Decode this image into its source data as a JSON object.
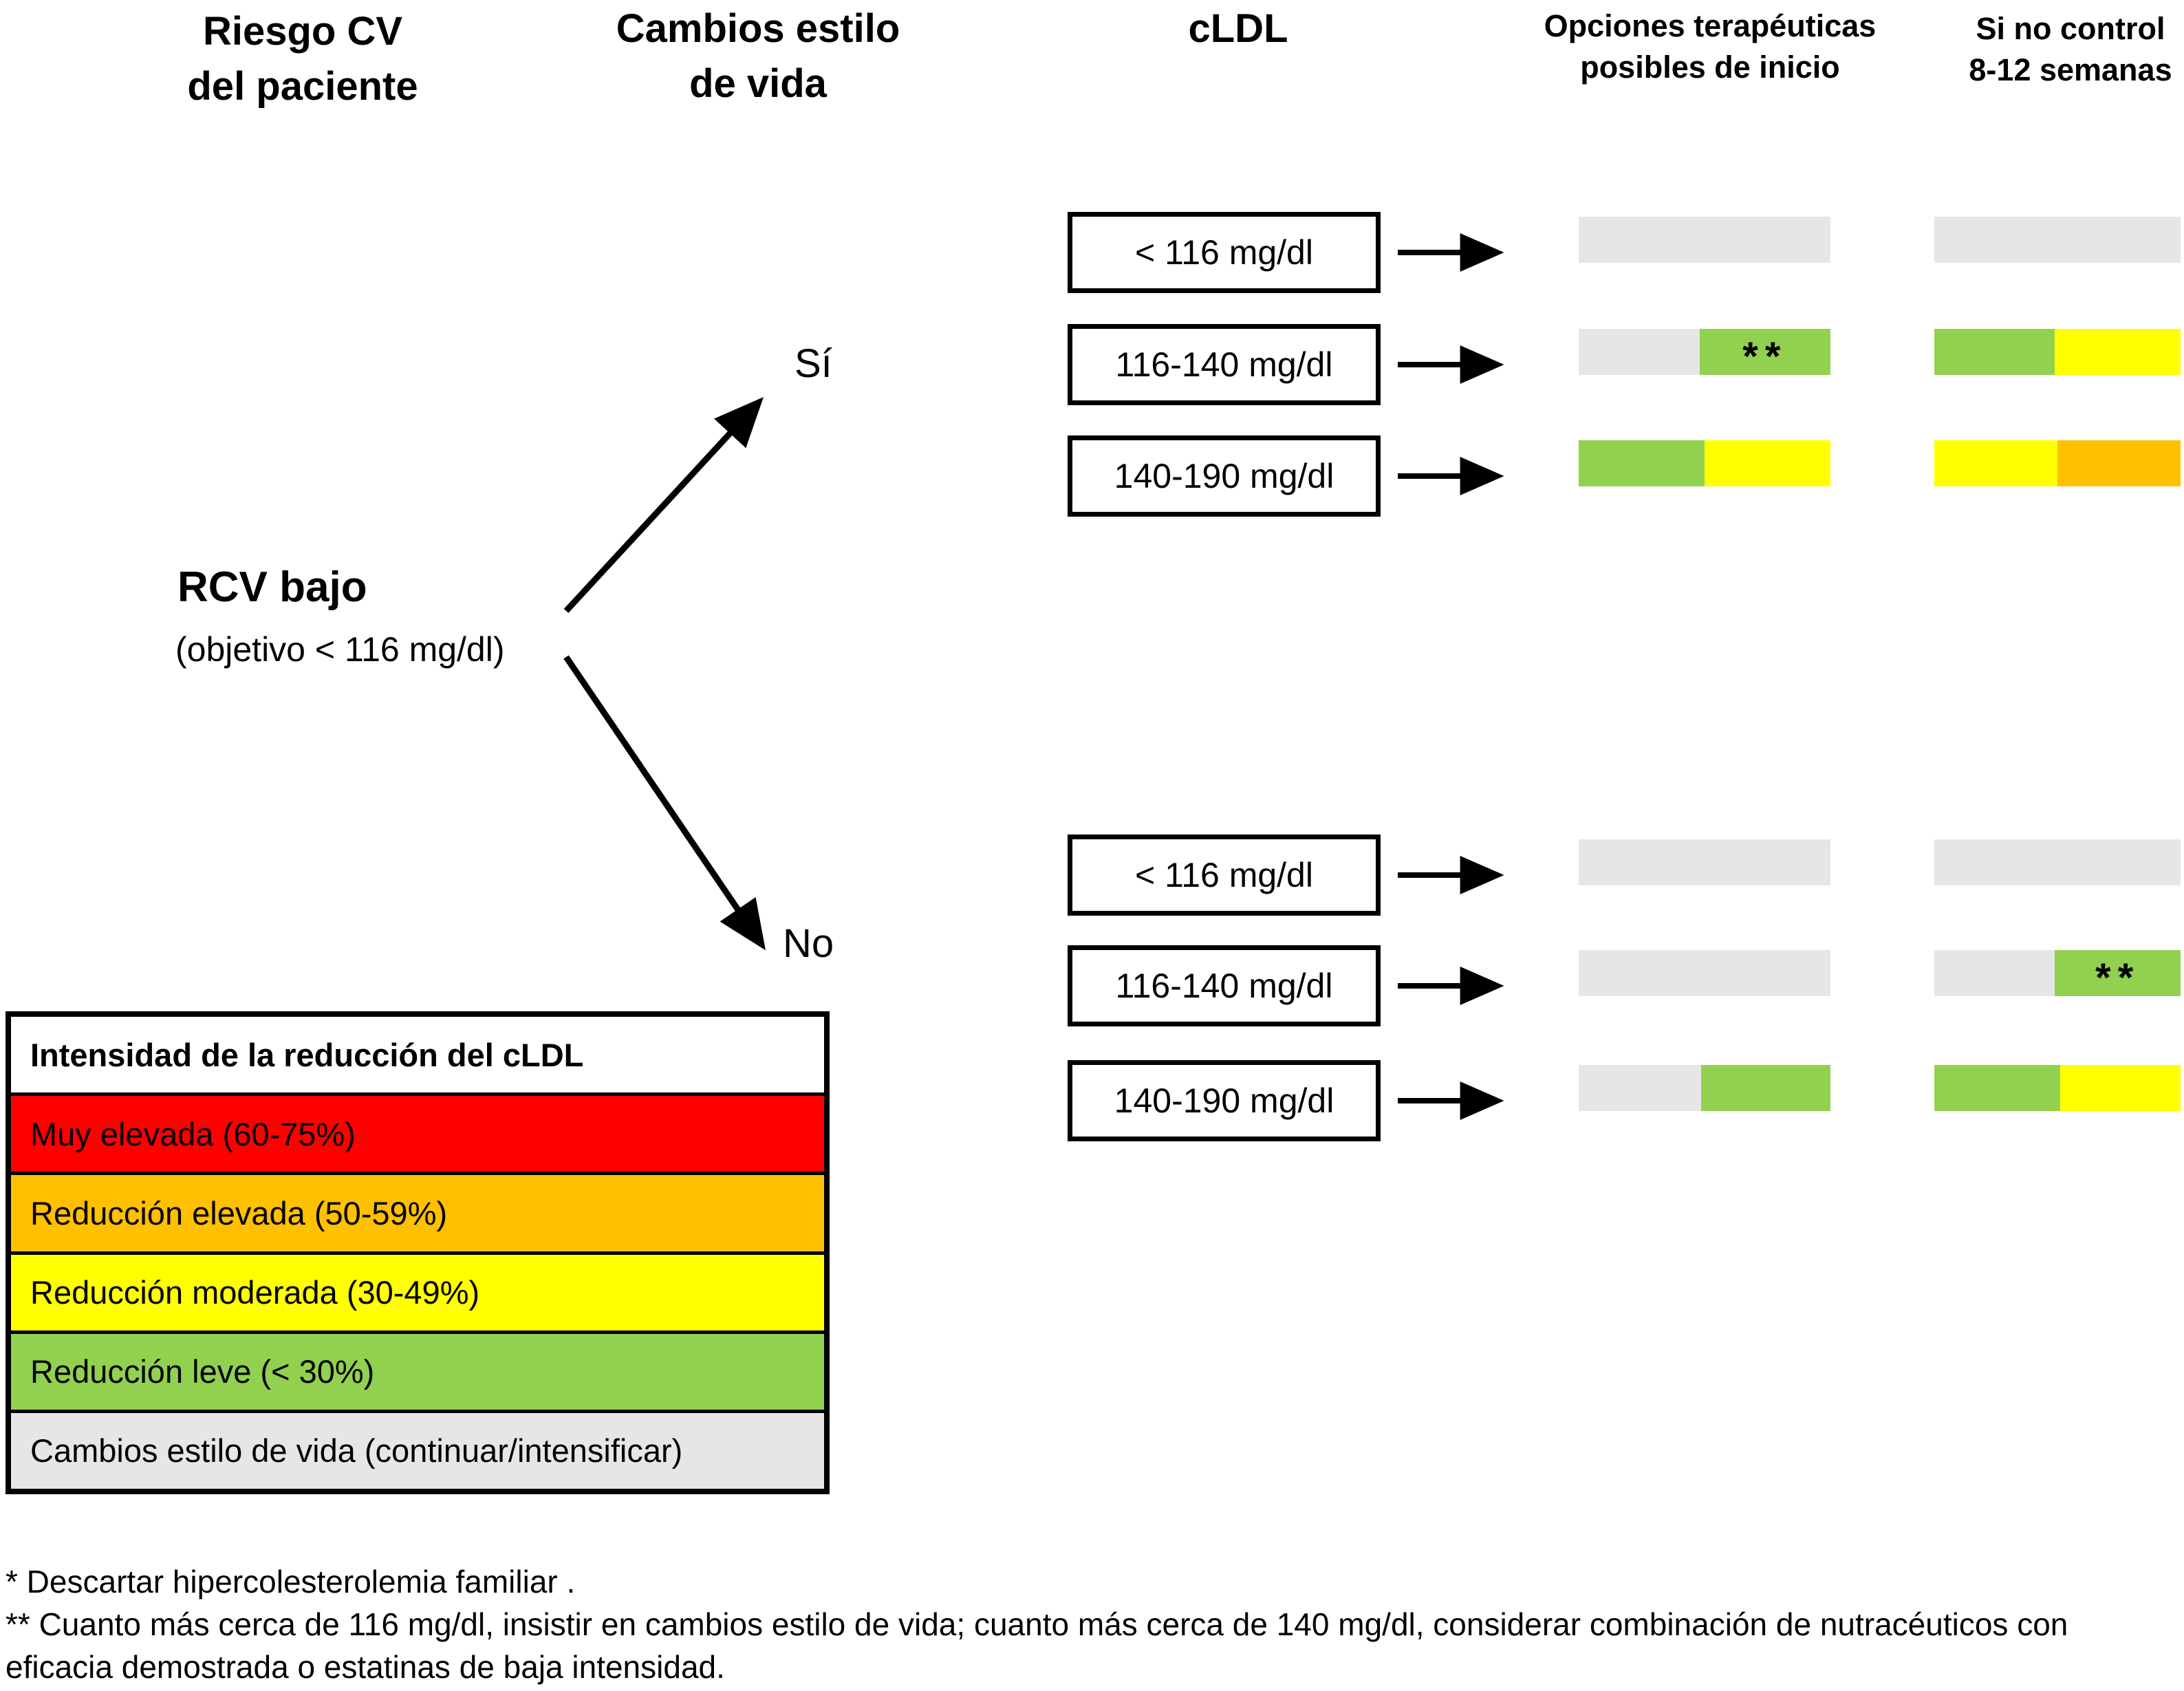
{
  "colors": {
    "red": "#ff0000",
    "orange": "#ffc000",
    "yellow": "#ffff00",
    "green": "#92d050",
    "gray": "#e7e6e6",
    "black": "#000000"
  },
  "columns": [
    {
      "lines": [
        "Riesgo CV",
        "del paciente"
      ]
    },
    {
      "lines": [
        "Cambios estilo",
        "de vida"
      ]
    },
    {
      "lines": [
        "cLDL"
      ]
    },
    {
      "lines": [
        "Opciones terapéuticas",
        "posibles de inicio"
      ]
    },
    {
      "lines": [
        "Si no control",
        "8-12 semanas"
      ]
    }
  ],
  "decision": {
    "title": "RCV bajo",
    "subtitle": "(objetivo < 116 mg/dl)",
    "yes_label": "Sí",
    "no_label": "No"
  },
  "groups": [
    {
      "branch": "Sí",
      "rows": [
        {
          "range": "< 116 mg/dl",
          "initial": [
            {
              "color": "gray",
              "width": 1,
              "note": ""
            }
          ],
          "followup": [
            {
              "color": "gray",
              "width": 1,
              "note": ""
            }
          ]
        },
        {
          "range": "116-140 mg/dl",
          "initial": [
            {
              "color": "gray",
              "width": 0.48,
              "note": ""
            },
            {
              "color": "green",
              "width": 0.52,
              "note": "**"
            }
          ],
          "followup": [
            {
              "color": "green",
              "width": 0.49,
              "note": ""
            },
            {
              "color": "yellow",
              "width": 0.51,
              "note": ""
            }
          ]
        },
        {
          "range": "140-190 mg/dl",
          "initial": [
            {
              "color": "green",
              "width": 0.5,
              "note": ""
            },
            {
              "color": "yellow",
              "width": 0.5,
              "note": ""
            }
          ],
          "followup": [
            {
              "color": "yellow",
              "width": 0.5,
              "note": ""
            },
            {
              "color": "orange",
              "width": 0.5,
              "note": ""
            }
          ]
        }
      ]
    },
    {
      "branch": "No",
      "rows": [
        {
          "range": "< 116 mg/dl",
          "initial": [
            {
              "color": "gray",
              "width": 1,
              "note": ""
            }
          ],
          "followup": [
            {
              "color": "gray",
              "width": 1,
              "note": ""
            }
          ]
        },
        {
          "range": "116-140 mg/dl",
          "initial": [
            {
              "color": "gray",
              "width": 1,
              "note": ""
            }
          ],
          "followup": [
            {
              "color": "gray",
              "width": 0.49,
              "note": ""
            },
            {
              "color": "green",
              "width": 0.51,
              "note": "**"
            }
          ]
        },
        {
          "range": "140-190 mg/dl",
          "initial": [
            {
              "color": "gray",
              "width": 0.485,
              "note": ""
            },
            {
              "color": "green",
              "width": 0.515,
              "note": ""
            }
          ],
          "followup": [
            {
              "color": "green",
              "width": 0.51,
              "note": ""
            },
            {
              "color": "yellow",
              "width": 0.49,
              "note": ""
            }
          ]
        }
      ]
    }
  ],
  "legend": {
    "title": "Intensidad de la reducción del cLDL",
    "rows": [
      {
        "label": "Muy elevada (60-75%)",
        "color": "red"
      },
      {
        "label": "Reducción elevada (50-59%)",
        "color": "orange"
      },
      {
        "label": "Reducción moderada (30-49%)",
        "color": "yellow"
      },
      {
        "label": "Reducción leve (< 30%)",
        "color": "green"
      },
      {
        "label": "Cambios estilo de vida (continuar/intensificar)",
        "color": "gray"
      }
    ]
  },
  "footnotes": [
    "* Descartar hipercolesterolemia familiar .",
    "** Cuanto más cerca de 116 mg/dl, insistir en cambios estilo de vida; cuanto más cerca de 140 mg/dl, considerar combinación de nutracéuticos con eficacia demostrada o estatinas de baja intensidad."
  ]
}
